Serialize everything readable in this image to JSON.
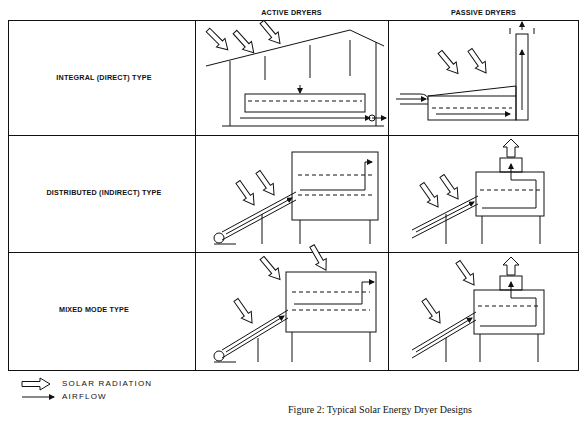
{
  "diagram": {
    "caption": "Figure 2: Typical Solar Energy Dryer Designs",
    "labels": [
      "ACTIVE DRYERS",
      "PASSIVE DRYERS",
      "INTEGRAL (DIRECT) TYPE",
      "DISTRIBUTED (INDIRECT) TYPE",
      "MIXED MODE TYPE"
    ],
    "legend": [
      {
        "text": "SOLAR RADIATION"
      },
      {
        "text": "AIRFLOW"
      }
    ]
  }
}
